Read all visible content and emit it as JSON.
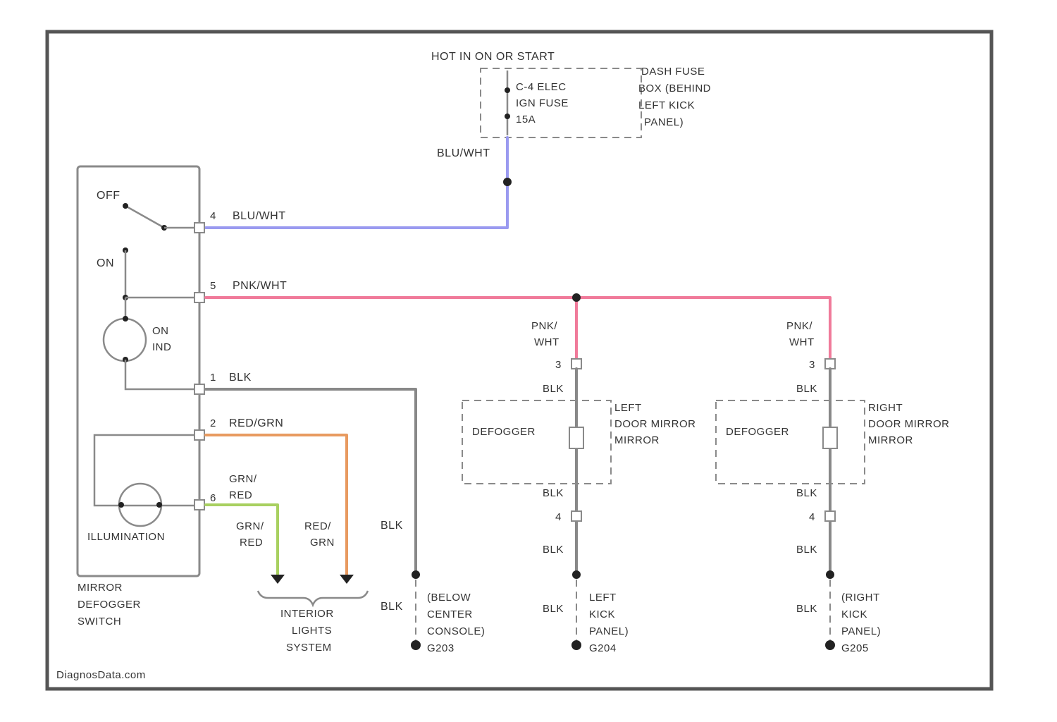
{
  "power": {
    "hot_label": "HOT IN ON OR START",
    "fuse_lines": [
      "C-4 ELEC",
      "IGN FUSE",
      "15A"
    ],
    "fuse_location": [
      "DASH FUSE",
      "BOX (BEHIND",
      "LEFT KICK",
      "PANEL)"
    ]
  },
  "wires": {
    "blu_wht": "BLU/WHT",
    "pnk_wht": "PNK/WHT",
    "blk": "BLK",
    "red_grn": "RED/GRN",
    "grn_red": [
      "GRN/",
      "RED"
    ],
    "red_grn_stack": [
      "RED/",
      "GRN"
    ],
    "pnk_wht_stack": [
      "PNK/",
      "WHT"
    ]
  },
  "switch": {
    "off": "OFF",
    "on": "ON",
    "indicator": [
      "ON",
      "IND"
    ],
    "illumination": "ILLUMINATION",
    "name": [
      "MIRROR",
      "DEFOGGER",
      "SWITCH"
    ],
    "pins": [
      "4",
      "5",
      "1",
      "2",
      "6"
    ]
  },
  "interior": [
    "INTERIOR",
    "LIGHTS",
    "SYSTEM"
  ],
  "grounds": {
    "center": [
      "(BELOW",
      "CENTER",
      "CONSOLE)",
      "G203"
    ],
    "left": [
      "LEFT",
      "KICK",
      "PANEL)",
      "G204"
    ],
    "right": [
      "(RIGHT",
      "KICK",
      "PANEL)",
      "G205"
    ]
  },
  "mirrors": {
    "defogger": "DEFOGGER",
    "left_name": [
      "LEFT",
      "DOOR MIRROR",
      "MIRROR"
    ],
    "right_name": [
      "RIGHT",
      "DOOR MIRROR",
      "MIRROR"
    ],
    "pin_top": "3",
    "pin_bottom": "4"
  },
  "watermark": "DiagnosData.com",
  "colors": {
    "blu_wht": "#9a9af0",
    "pnk_wht": "#f07a9a",
    "blk": "#888888",
    "red_grn": "#e89a60",
    "grn_red": "#a8d060"
  }
}
